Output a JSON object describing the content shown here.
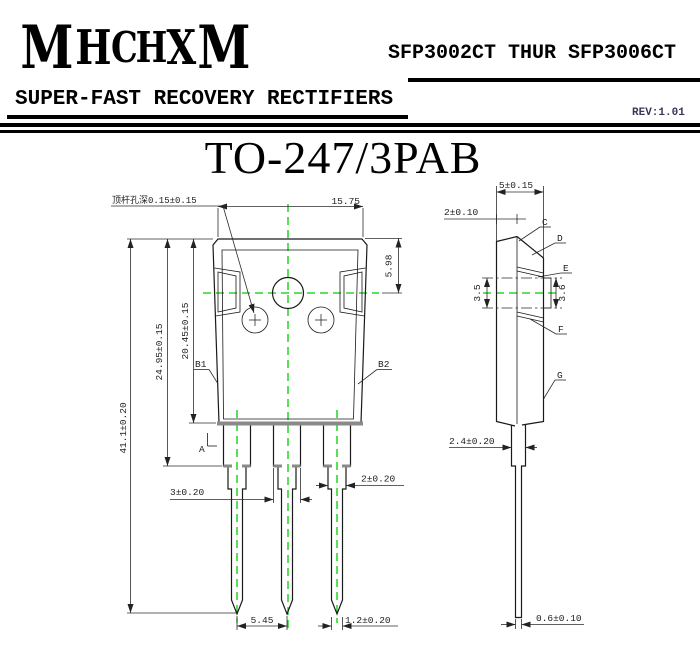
{
  "header": {
    "logo": "MHCHXM",
    "product_range": "SFP3002CT THUR SFP3006CT",
    "category": "SUPER-FAST RECOVERY RECTIFIERS",
    "revision": "REV:1.01"
  },
  "package": {
    "title": "TO-247/3PAB"
  },
  "front_view": {
    "note_ejector_pin": "顶杆孔深0.15±0.15",
    "dim_body_width": "15.75",
    "dim_hole_center": "5.98",
    "dim_total_length": "41.1±0.20",
    "dim_body_to_step": "24.95±0.15",
    "dim_body_length": "20.45±0.15",
    "dim_lead_base_width": "3±0.20",
    "dim_lead_mid_width": "2±0.20",
    "dim_lead_pitch": "5.45",
    "dim_lead_tip_width": "1.2±0.20",
    "label_b1": "B1",
    "label_b2": "B2",
    "label_a": "A"
  },
  "side_view": {
    "dim_body_thickness": "5±0.15",
    "dim_tab_thickness": "2±0.10",
    "dim_boss_height_left": "3.5",
    "dim_boss_height_right": "3.6",
    "dim_lead_base_thickness": "2.4±0.20",
    "dim_lead_thickness": "0.6±0.10",
    "label_c": "C",
    "label_d": "D",
    "label_e": "E",
    "label_f": "F",
    "label_g": "G"
  },
  "colors": {
    "centerline_green": "#00cc00",
    "revision_color": "#3f3558"
  }
}
